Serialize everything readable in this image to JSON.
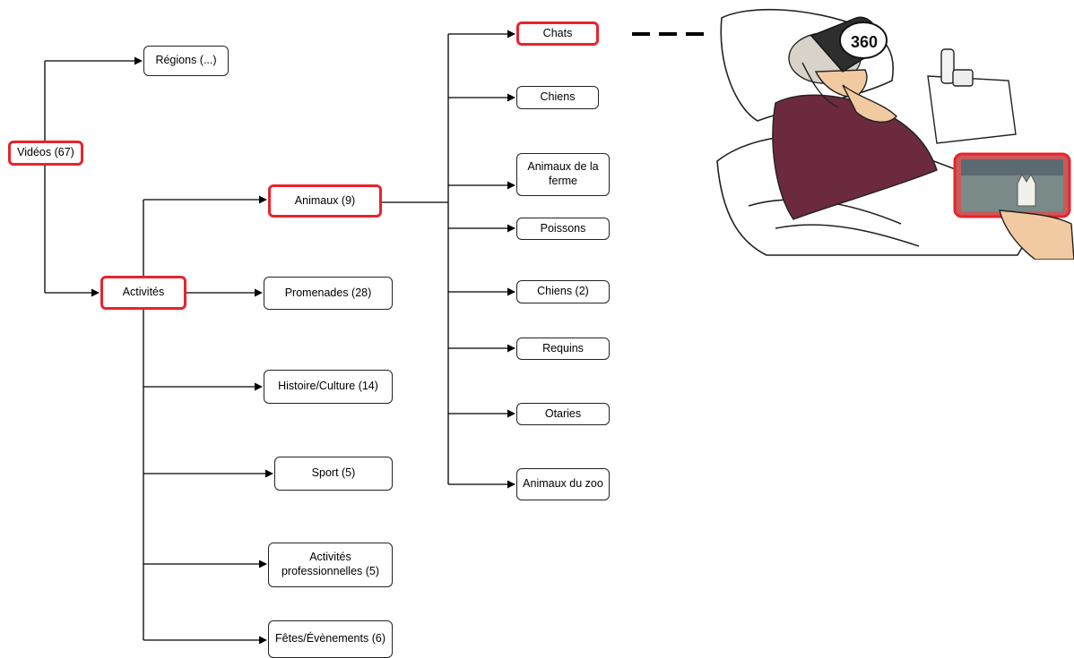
{
  "diagram": {
    "nodes": {
      "videos": "Vidéos (67)",
      "regions": "Régions (...)",
      "activites": "Activités",
      "animaux": "Animaux (9)",
      "promenades": "Promenades (28)",
      "histoire": "Histoire/Culture (14)",
      "sport": "Sport (5)",
      "pro": "Activités professionnelles (5)",
      "fetes": "Fêtes/Évènements (6)",
      "chats": "Chats",
      "chiens": "Chiens",
      "ferme": "Animaux de la ferme",
      "poissons": "Poissons",
      "chiens2": "Chiens (2)",
      "requins": "Requins",
      "otaries": "Otaries",
      "zoo": "Animaux du zoo"
    },
    "highlight_color": "#e8232e",
    "highlighted": [
      "videos",
      "activites",
      "animaux",
      "chats"
    ]
  },
  "illustration": {
    "headset_label": "360",
    "subject": "person-with-vr-headset-in-bed",
    "tablet_content": "cat-video"
  }
}
